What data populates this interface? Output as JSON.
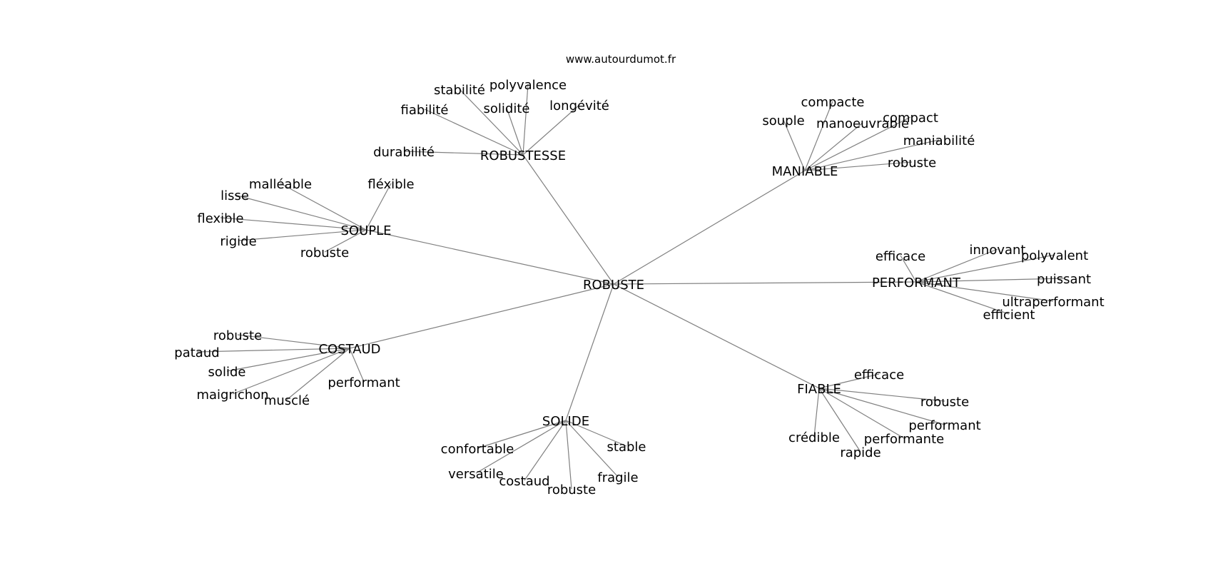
{
  "source": "www.autourdumot.fr",
  "center": {
    "id": "ROBUSTE",
    "label": "ROBUSTE"
  },
  "hubs": [
    {
      "id": "ROBUSTESSE",
      "label": "ROBUSTESSE",
      "leaves": [
        "durabilité",
        "fiabilité",
        "stabilité",
        "solidité",
        "polyvalence",
        "longévité"
      ]
    },
    {
      "id": "MANIABLE",
      "label": "MANIABLE",
      "leaves": [
        "souple",
        "compacte",
        "manoeuvrable",
        "compact",
        "maniabilité",
        "robuste"
      ]
    },
    {
      "id": "SOUPLE",
      "label": "SOUPLE",
      "leaves": [
        "malléable",
        "lisse",
        "flexible",
        "rigide",
        "robuste",
        "fléxible"
      ]
    },
    {
      "id": "PERFORMANT",
      "label": "PERFORMANT",
      "leaves": [
        "efficace",
        "innovant",
        "polyvalent",
        "puissant",
        "ultraperformant",
        "efficient"
      ]
    },
    {
      "id": "COSTAUD",
      "label": "COSTAUD",
      "leaves": [
        "robuste",
        "pataud",
        "solide",
        "maigrichon",
        "musclé",
        "performant"
      ]
    },
    {
      "id": "FIABLE",
      "label": "FIABLE",
      "leaves": [
        "efficace",
        "robuste",
        "performant",
        "performante",
        "rapide",
        "crédible"
      ]
    },
    {
      "id": "SOLIDE",
      "label": "SOLIDE",
      "leaves": [
        "confortable",
        "versatile",
        "costaud",
        "robuste",
        "fragile",
        "stable"
      ]
    }
  ]
}
